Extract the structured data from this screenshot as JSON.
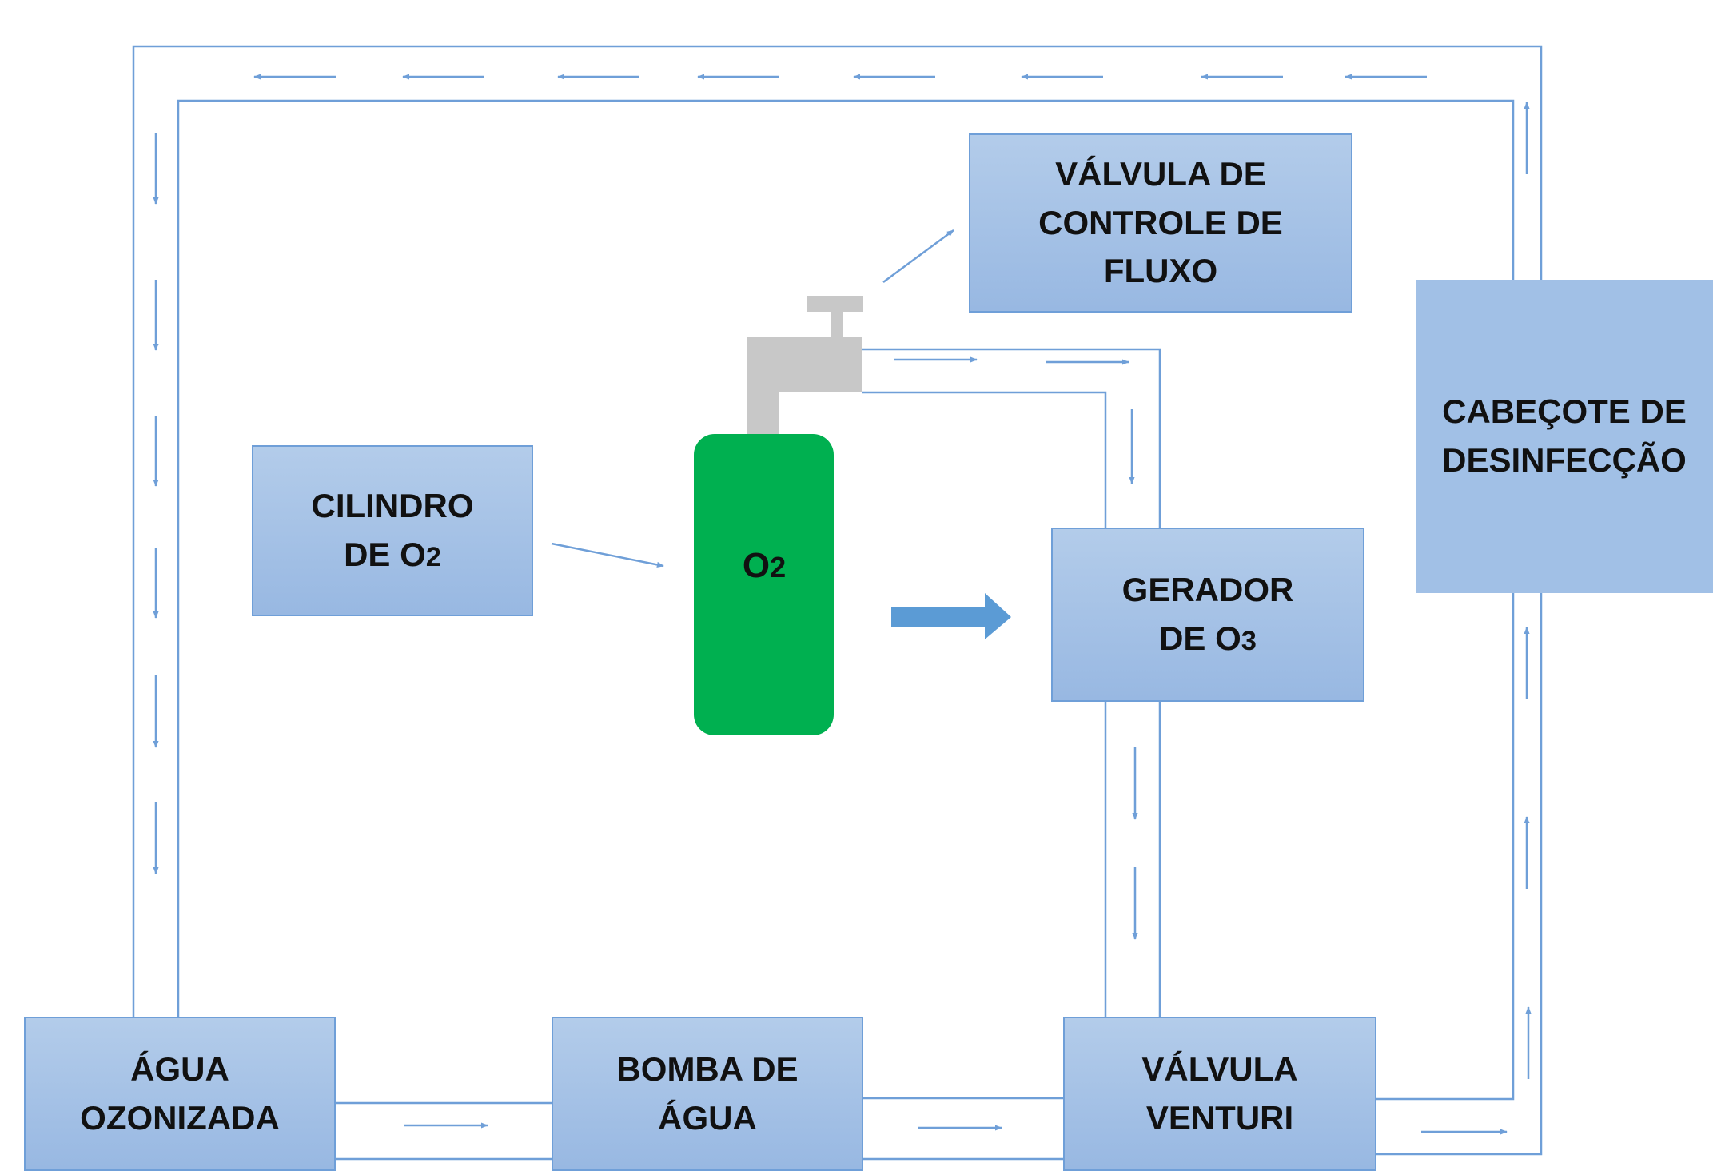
{
  "boxes": {
    "valvula_controle": "VÁLVULA DE\nCONTROLE DE\nFLUXO",
    "cabecote": "CABEÇOTE DE\nDESINFECÇÃO",
    "cilindro": "CILINDRO\nDE O",
    "cilindro_sub": "2",
    "gerador": "GERADOR\nDE O",
    "gerador_sub": "3",
    "agua_ozonizada": "ÁGUA\nOZONIZADA",
    "bomba": "BOMBA DE\nÁGUA",
    "venturi": "VÁLVULA\nVENTURI"
  },
  "tank": {
    "label": "O",
    "label_sub": "2"
  },
  "colors": {
    "line": "#6f9fd8",
    "box_fill": "#a8c4e8",
    "tank": "#00b050",
    "valve": "#c8c8c8",
    "big_arrow": "#5b9bd5"
  }
}
